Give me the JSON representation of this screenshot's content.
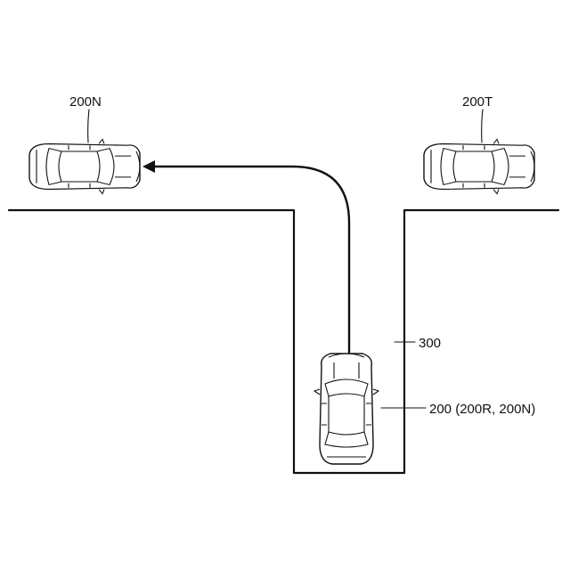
{
  "labels": {
    "car_nearby": "200N",
    "car_target": "200T",
    "parking_space": "300",
    "car_own": "200 (200R, 200N)"
  },
  "colors": {
    "line": "#111111",
    "background": "#ffffff"
  }
}
